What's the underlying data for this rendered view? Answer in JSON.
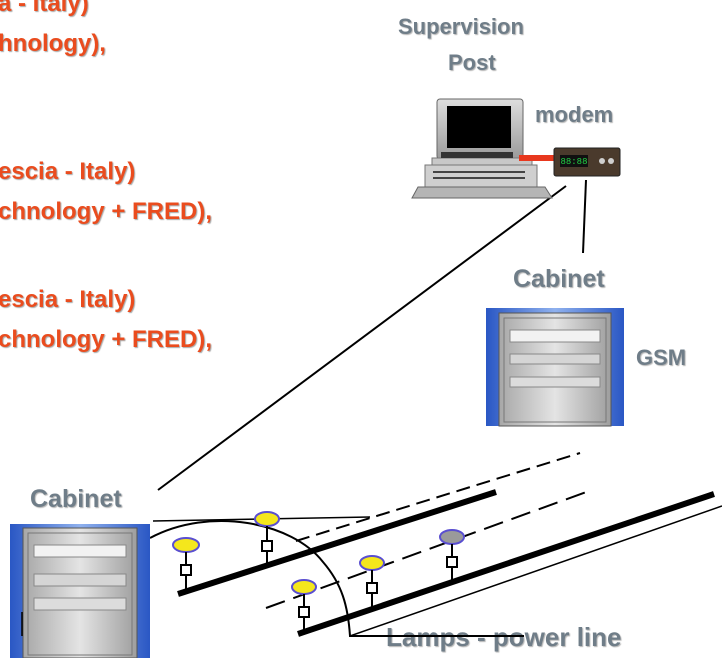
{
  "left_text": {
    "line1": "a - Italy)",
    "line2": "hnology),",
    "line3": "escia - Italy)",
    "line4": "chnology + FRED),",
    "line5": "escia - Italy)",
    "line6": "chnology + FRED),"
  },
  "labels": {
    "supervision_post_line1": "Supervision",
    "supervision_post_line2": "Post",
    "modem": "modem",
    "cabinet_right": "Cabinet",
    "gsm": "GSM",
    "cabinet_left": "Cabinet",
    "lamps_power_line": "Lamps - power line"
  },
  "modem_display": "88:88",
  "colors": {
    "red_text": "#ea4c1e",
    "gray_text": "#6f7d88",
    "lamp_yellow": "#f4e71c",
    "lamp_gray": "#9a9a9a",
    "lamp_outline": "#5a4fd0"
  }
}
